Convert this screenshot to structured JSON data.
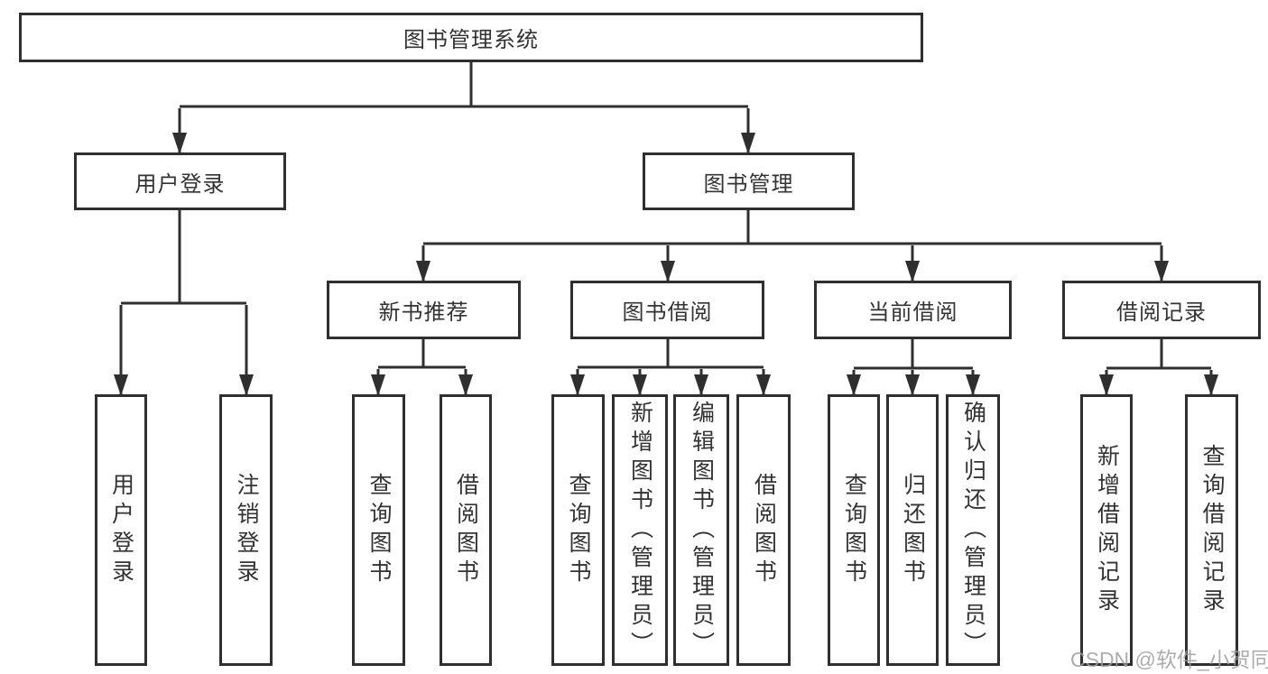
{
  "diagram": {
    "type": "hierarchy-tree",
    "colors": {
      "line": "#2f2f2f",
      "text": "#333333",
      "box_bg": "#ffffff",
      "watermark": "#9e9e9e"
    },
    "watermark": {
      "text": "CSDN @软件_小贺同学"
    },
    "nodes": {
      "root": {
        "label": "图书管理系统"
      },
      "level2": [
        {
          "label": "用户登录",
          "parent": "图书管理系统"
        },
        {
          "label": "图书管理",
          "parent": "图书管理系统"
        }
      ],
      "level3": [
        {
          "label": "新书推荐",
          "parent": "图书管理"
        },
        {
          "label": "图书借阅",
          "parent": "图书管理"
        },
        {
          "label": "当前借阅",
          "parent": "图书管理"
        },
        {
          "label": "借阅记录",
          "parent": "图书管理"
        }
      ],
      "leaves": [
        {
          "label": "用户登录",
          "parent": "用户登录"
        },
        {
          "label": "注销登录",
          "parent": "用户登录"
        },
        {
          "label": "查询图书",
          "parent": "新书推荐"
        },
        {
          "label": "借阅图书",
          "parent": "新书推荐"
        },
        {
          "label": "查询图书",
          "parent": "图书借阅"
        },
        {
          "label": "新增图书（管理员）",
          "parent": "图书借阅"
        },
        {
          "label": "编辑图书（管理员）",
          "parent": "图书借阅"
        },
        {
          "label": "借阅图书",
          "parent": "图书借阅"
        },
        {
          "label": "查询图书",
          "parent": "当前借阅"
        },
        {
          "label": "归还图书",
          "parent": "当前借阅"
        },
        {
          "label": "确认归还（管理员）",
          "parent": "当前借阅"
        },
        {
          "label": "新增借阅记录",
          "parent": "借阅记录"
        },
        {
          "label": "查询借阅记录",
          "parent": "借阅记录"
        }
      ]
    }
  }
}
